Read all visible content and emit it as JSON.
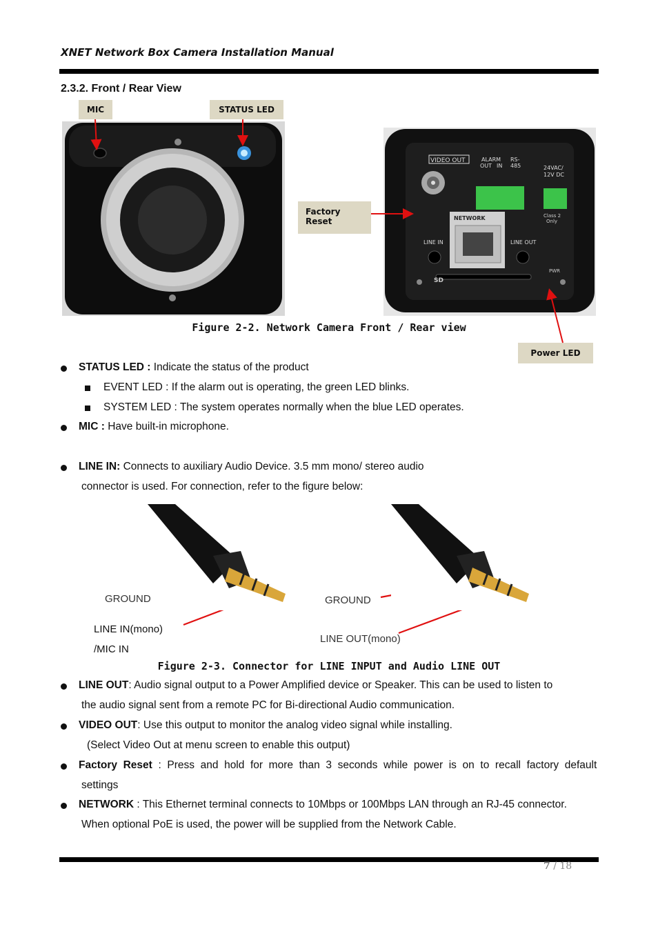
{
  "header": {
    "title": "XNET Network Box Camera Installation Manual"
  },
  "section": {
    "title": "2.3.2. Front / Rear View"
  },
  "figure1": {
    "tags": {
      "mic": "MIC",
      "status_led": "STATUS LED",
      "factory_reset_1": "Factory",
      "factory_reset_2": "Reset",
      "power_led": "Power LED"
    },
    "rear_panel": {
      "video_out": "VIDEO OUT",
      "alarm": "ALARM",
      "out": "OUT",
      "in": "IN",
      "rs": "RS-",
      "rs485": "485",
      "power1": "24VAC/",
      "power2": "12V DC",
      "class1": "Class 2",
      "class2": "Only",
      "network": "NETWORK",
      "line_in": "LINE IN",
      "line_out": "LINE OUT",
      "pwr": "PWR",
      "sd": "SD"
    },
    "caption": "Figure 2-2. Network Camera Front / Rear view"
  },
  "bullets": {
    "status_led_bold": "STATUS LED :",
    "status_led_text": " Indicate the status of the product",
    "event_led": "EVENT LED : If the alarm out is operating, the green LED blinks.",
    "system_led": "SYSTEM LED : The system operates normally when the blue LED operates.",
    "mic_bold": "MIC :",
    "mic_text": " Have built-in microphone.",
    "line_in_bold": "LINE IN:",
    "line_in_text": " Connects to auxiliary Audio Device. 3.5 mm mono/ stereo audio",
    "line_in_text2": "connector is used. For connection, refer to the figure below:",
    "line_out_bold": "LINE OUT",
    "line_out_text": ": Audio signal output to a Power Amplified device or Speaker. This can be used to listen to",
    "line_out_text2": "the audio signal sent from a remote PC for Bi-directional Audio communication.",
    "video_out_bold": "VIDEO OUT",
    "video_out_text": ": Use this output to monitor the analog video signal while installing.",
    "video_out_text2": "(Select Video Out at menu screen to enable this output)",
    "factory_bold": "Factory  Reset",
    "factory_text": "  :  Press  and  hold  for  more  than  3  seconds  while  power  is  on  to  recall  factory  default",
    "factory_text2": "settings",
    "network_bold": "NETWORK",
    "network_text": " : This Ethernet terminal connects to 10Mbps or 100Mbps LAN through an RJ-45 connector.",
    "network_text2": "When optional PoE is used, the power will be supplied from the Network Cable."
  },
  "figure2": {
    "ground_left": "GROUND",
    "line_in_mono": "LINE IN(mono)",
    "mic_in": "/MIC IN",
    "ground_right": "GROUND",
    "line_out_mono": "LINE OUT(mono)",
    "caption": "Figure 2-3. Connector for LINE INPUT and Audio LINE OUT"
  },
  "footer": {
    "page": "7",
    "sep": " / ",
    "total": "18"
  }
}
